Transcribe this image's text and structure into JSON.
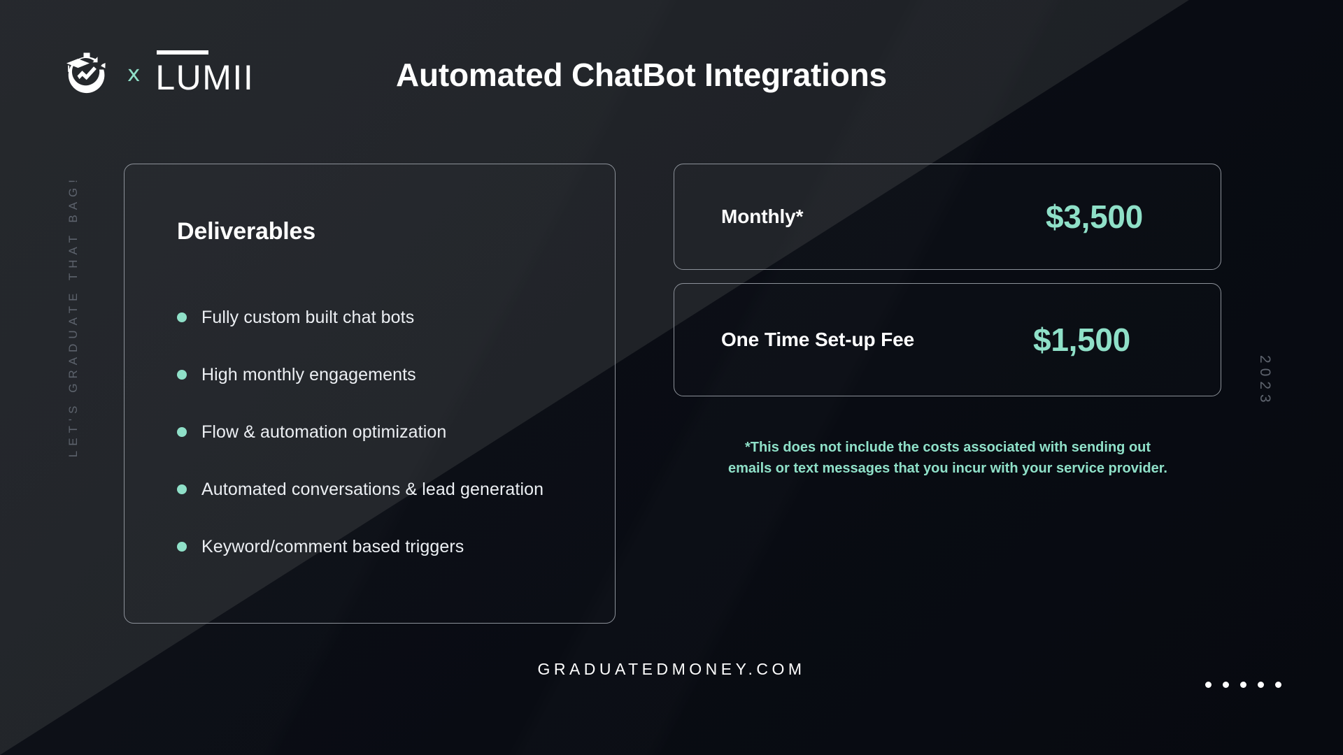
{
  "brand": {
    "logo_icon": "graduation-cap-growth-logo",
    "collab_symbol": "x",
    "partner_name": "LUMII"
  },
  "header": {
    "title": "Automated ChatBot Integrations"
  },
  "side": {
    "tagline": "LET'S GRADUATE THAT BAG!",
    "year": "2023"
  },
  "deliverables": {
    "title": "Deliverables",
    "items": [
      "Fully custom built chat bots",
      "High monthly engagements",
      "Flow & automation optimization",
      "Automated conversations & lead generation",
      "Keyword/comment based triggers"
    ]
  },
  "pricing": {
    "cards": [
      {
        "label": "Monthly*",
        "value": "$3,500"
      },
      {
        "label": "One Time Set-up Fee",
        "value": "$1,500"
      }
    ],
    "note": "*This does not include the costs associated with sending out emails or text messages that you incur with your service provider."
  },
  "footer": {
    "url": "GRADUATEDMONEY.COM",
    "dots_count": 5
  },
  "colors": {
    "accent_mint": "#8fe0c8",
    "text_primary": "#ffffff",
    "text_muted": "#5d636d",
    "card_border": "#8c9199",
    "bg_light": "#23262b",
    "bg_dark": "#0a0d14"
  }
}
